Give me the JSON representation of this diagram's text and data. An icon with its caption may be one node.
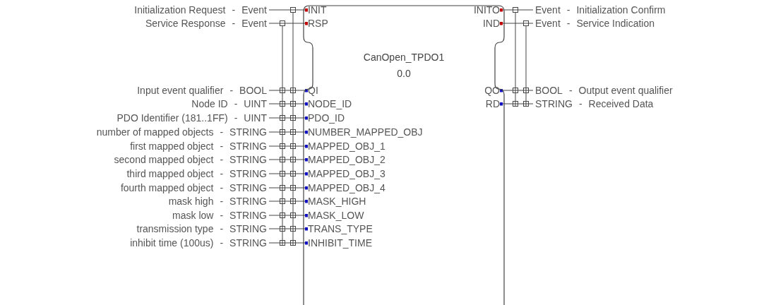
{
  "diagram": {
    "nodes": [
      {
        "text": [
          "CanOpen_TPDO1",
          "0.0"
        ]
      },
      {
        "text": [
          "INIT"
        ],
        "in": 0
      },
      {
        "text": [
          "RSP"
        ],
        "in": 0
      },
      {
        "text": [
          "QI"
        ],
        "in": 0
      },
      {
        "text": [
          "NODE_ID"
        ],
        "in": 0
      },
      {
        "text": [
          "PDO_ID"
        ],
        "in": 0
      },
      {
        "text": [
          "NUMBER_MAPPED_OBJ"
        ],
        "in": 0
      },
      {
        "text": [
          "MAPPED_OBJ_1"
        ],
        "in": 0
      },
      {
        "text": [
          "MAPPED_OBJ_2"
        ],
        "in": 0
      },
      {
        "text": [
          "MAPPED_OBJ_3"
        ],
        "in": 0
      },
      {
        "text": [
          "MAPPED_OBJ_4"
        ],
        "in": 0
      },
      {
        "text": [
          "MASK_HIGH"
        ],
        "in": 0
      },
      {
        "text": [
          "MASK_LOW"
        ],
        "in": 0
      },
      {
        "text": [
          "TRANS_TYPE"
        ],
        "in": 0
      },
      {
        "text": [
          "INHIBIT_TIME"
        ],
        "in": 0
      },
      {
        "text": [
          "INITO"
        ],
        "in": 0
      },
      {
        "text": [
          "IND"
        ],
        "in": 0
      },
      {
        "text": [
          "QO"
        ],
        "in": 0
      },
      {
        "text": [
          "RD"
        ],
        "in": 0
      },
      {
        "text": [
          "Event"
        ],
        "beside": [
          "Initialization Request",
          "-"
        ]
      },
      {
        "text": [
          "Event"
        ],
        "beside": [
          "Service Response",
          "-"
        ]
      },
      {
        "text": [
          "BOOL"
        ],
        "beside": [
          "Input event qualifier",
          "-"
        ]
      },
      {
        "text": [
          "UINT"
        ],
        "beside": [
          "Node ID",
          "-"
        ]
      },
      {
        "text": [
          "UINT"
        ],
        "beside": [
          "PDO Identifier (181..1FF)",
          "-"
        ]
      },
      {
        "text": [
          "STRING"
        ],
        "beside": [
          "number of mapped objects",
          "-"
        ]
      },
      {
        "text": [
          "STRING"
        ],
        "beside": [
          "first mapped object",
          "-"
        ]
      },
      {
        "text": [
          "STRING"
        ],
        "beside": [
          "second mapped object",
          "-"
        ]
      },
      {
        "text": [
          "STRING"
        ],
        "beside": [
          "third mapped object",
          "-"
        ]
      },
      {
        "text": [
          "STRING"
        ],
        "beside": [
          "fourth mapped object",
          "-"
        ]
      },
      {
        "text": [
          "STRING"
        ],
        "beside": [
          "mask high",
          "-"
        ]
      },
      {
        "text": [
          "STRING"
        ],
        "beside": [
          "mask low",
          "-"
        ]
      },
      {
        "text": [
          "STRING"
        ],
        "beside": [
          "transmission type",
          "-"
        ]
      },
      {
        "text": [
          "STRING"
        ],
        "beside": [
          "inhibit time (100us)",
          "-"
        ]
      },
      {
        "text": [
          "Event"
        ],
        "beside": [
          "-",
          "Initialization Confirm"
        ]
      },
      {
        "text": [
          "Event"
        ],
        "beside": [
          "-",
          "Service Indication"
        ]
      },
      {
        "text": [
          "BOOL"
        ],
        "beside": [
          "-",
          "Output event qualifier"
        ]
      },
      {
        "text": [
          "STRING"
        ],
        "beside": [
          "-",
          "Received Data"
        ]
      }
    ],
    "edges": [
      {
        "from": 19,
        "to": 1,
        "arrow": "other"
      },
      {
        "from": 20,
        "to": 2,
        "arrow": "other"
      },
      {
        "from": 21,
        "to": 3,
        "arrow": "other"
      },
      {
        "from": 22,
        "to": 4,
        "arrow": "other"
      },
      {
        "from": 23,
        "to": 5,
        "arrow": "other"
      },
      {
        "from": 24,
        "to": 6,
        "arrow": "other"
      },
      {
        "from": 25,
        "to": 7,
        "arrow": "other"
      },
      {
        "from": 26,
        "to": 8,
        "arrow": "other"
      },
      {
        "from": 27,
        "to": 9,
        "arrow": "other"
      },
      {
        "from": 28,
        "to": 10,
        "arrow": "other"
      },
      {
        "from": 29,
        "to": 11,
        "arrow": "other"
      },
      {
        "from": 30,
        "to": 12,
        "arrow": "other"
      },
      {
        "from": 31,
        "to": 13,
        "arrow": "other"
      },
      {
        "from": 32,
        "to": 14,
        "arrow": "other"
      },
      {
        "from": 33,
        "to": 15,
        "arrow": "other"
      },
      {
        "from": 34,
        "to": 16,
        "arrow": "other"
      },
      {
        "from": 35,
        "to": 17,
        "arrow": "other"
      },
      {
        "from": 36,
        "to": 18,
        "arrow": "other"
      }
    ]
  }
}
